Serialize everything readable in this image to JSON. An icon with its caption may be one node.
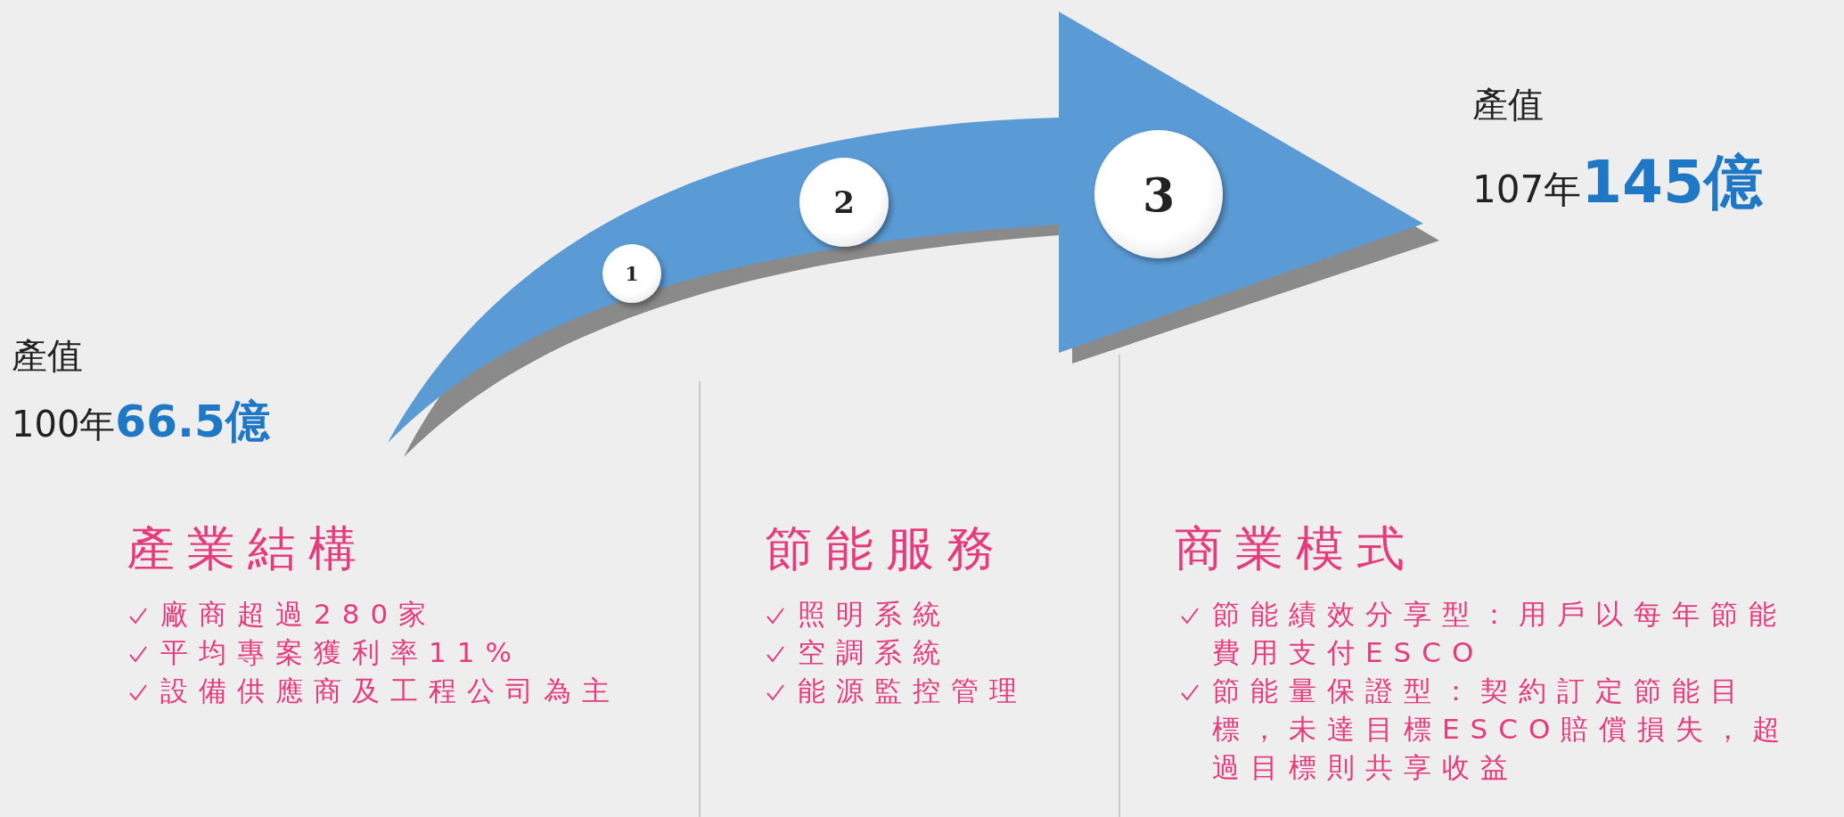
{
  "diagram": {
    "nodes": [
      {
        "text": [
          "1"
        ]
      },
      {
        "text": [
          "2"
        ]
      },
      {
        "text": [
          "3"
        ]
      }
    ],
    "labels": [
      "產值",
      "100年**66.5億**",
      "產值",
      "107年**145億**",
      "產業結構",
      "廠商超過280家",
      "平均專案獲利率11%",
      "設備供應商及工程公司為主",
      "節能服務",
      "照明系統",
      "空調系統",
      "能源監控管理",
      "商業模式",
      "節能績效分享型：用戶以每年節能費用支付ESCO",
      "節能量保證型：契約訂定節能目標，未達目標ESCO賠償損失，超過目標則共享收益"
    ]
  }
}
